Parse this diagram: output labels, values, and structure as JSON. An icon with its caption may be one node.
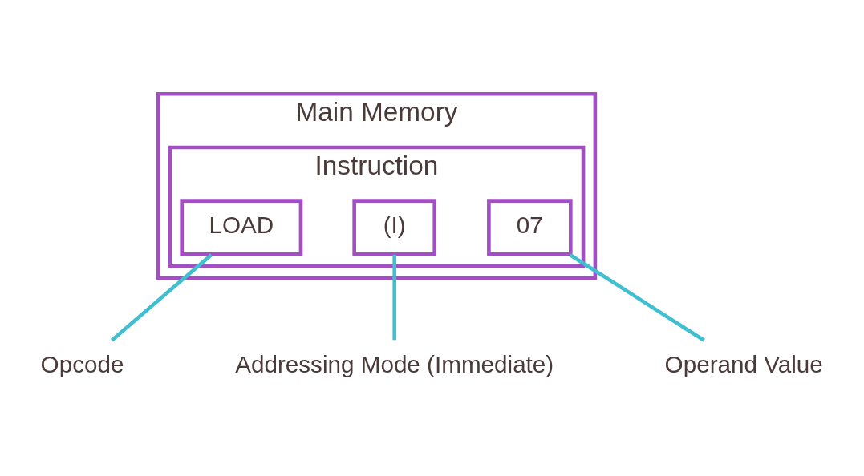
{
  "diagram": {
    "nodes": [
      {
        "text": [
          "Main Memory"
        ]
      },
      {
        "text": [
          "Instruction"
        ],
        "in": 0
      },
      {
        "text": [
          "LOAD"
        ],
        "in": 1
      },
      {
        "text": [
          "(I)"
        ],
        "in": 1
      },
      {
        "text": [
          "07"
        ],
        "in": 1
      },
      {
        "text": [
          "Opcode"
        ]
      },
      {
        "text": [
          "Addressing Mode (Immediate)"
        ]
      },
      {
        "text": [
          "Operand Value"
        ]
      }
    ],
    "edges": [
      {
        "from": 5,
        "to": 2,
        "arrow": "none"
      },
      {
        "from": 6,
        "to": 3,
        "arrow": "none"
      },
      {
        "from": 7,
        "to": 4,
        "arrow": "none"
      }
    ]
  }
}
